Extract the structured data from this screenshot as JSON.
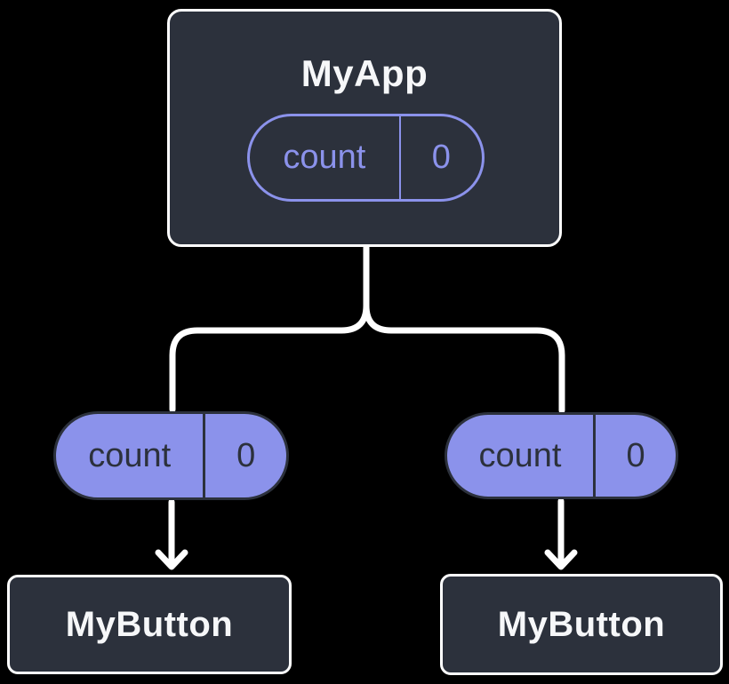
{
  "colors": {
    "background": "#000000",
    "node_fill": "#2C313C",
    "node_border": "#FFFFFF",
    "node_text": "#F6F7F9",
    "state_pill_fill": "#8B92EB",
    "state_pill_text": "#2C313C",
    "state_outline": "#8B92EB",
    "connector": "#FFFFFF"
  },
  "tree": {
    "root": {
      "label": "MyApp",
      "state": {
        "name": "count",
        "value": "0"
      }
    },
    "children": [
      {
        "state": {
          "name": "count",
          "value": "0"
        },
        "label": "MyButton"
      },
      {
        "state": {
          "name": "count",
          "value": "0"
        },
        "label": "MyButton"
      }
    ]
  }
}
